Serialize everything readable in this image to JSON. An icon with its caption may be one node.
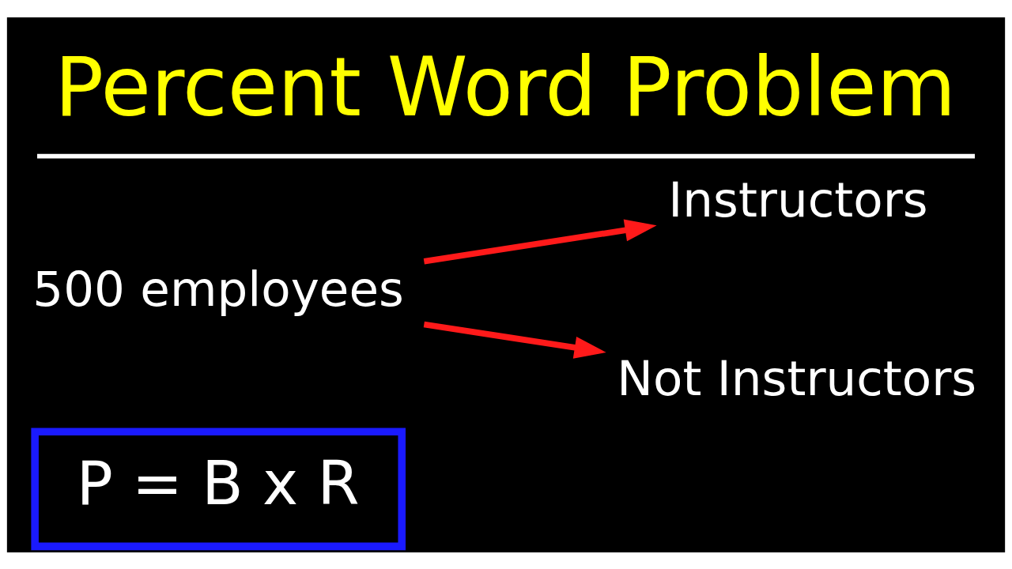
{
  "diagram": {
    "title": "Percent Word Problem",
    "nodes": [
      {
        "text": [
          "500 employees"
        ]
      },
      {
        "text": [
          "Instructors"
        ]
      },
      {
        "text": [
          "Not Instructors"
        ]
      },
      {
        "text": [
          "P = B x R"
        ]
      }
    ],
    "edges": [
      {
        "from": 0,
        "to": 1,
        "arrow": "to"
      },
      {
        "from": 0,
        "to": 2,
        "arrow": "to"
      }
    ]
  }
}
